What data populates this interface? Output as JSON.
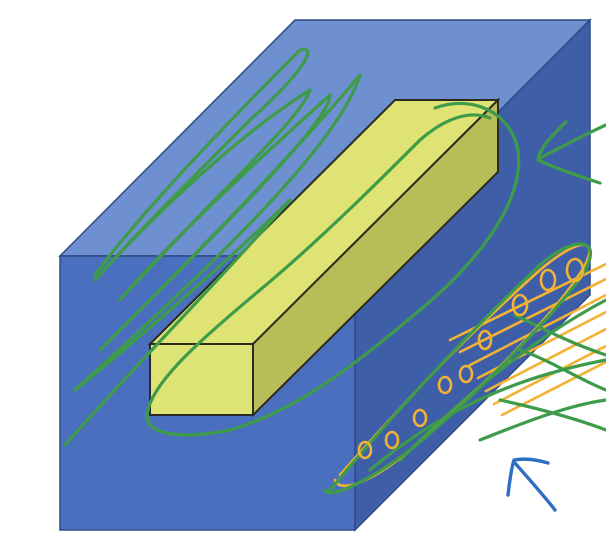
{
  "diagram": {
    "colors": {
      "background": "#ffffff",
      "block_front": "#4a6fbf",
      "block_top": "#6e8fd0",
      "block_side": "#3e5fa8",
      "block_edge": "#2f4a86",
      "bar_front": "#dde374",
      "bar_top": "#dee374",
      "bar_side": "#b9bd58",
      "bar_edge": "#2b2b1f",
      "ink_green": "#3e9b4a",
      "ink_orange": "#f2b233",
      "ink_blue": "#2f6fc0"
    },
    "shapes": {
      "block": "blue-cube",
      "bar": "yellow-rectangular-bar",
      "annotations": [
        "green-scribble",
        "green-loop",
        "green-arrow",
        "orange-ellipse",
        "orange-hatching",
        "blue-arrow"
      ]
    }
  }
}
